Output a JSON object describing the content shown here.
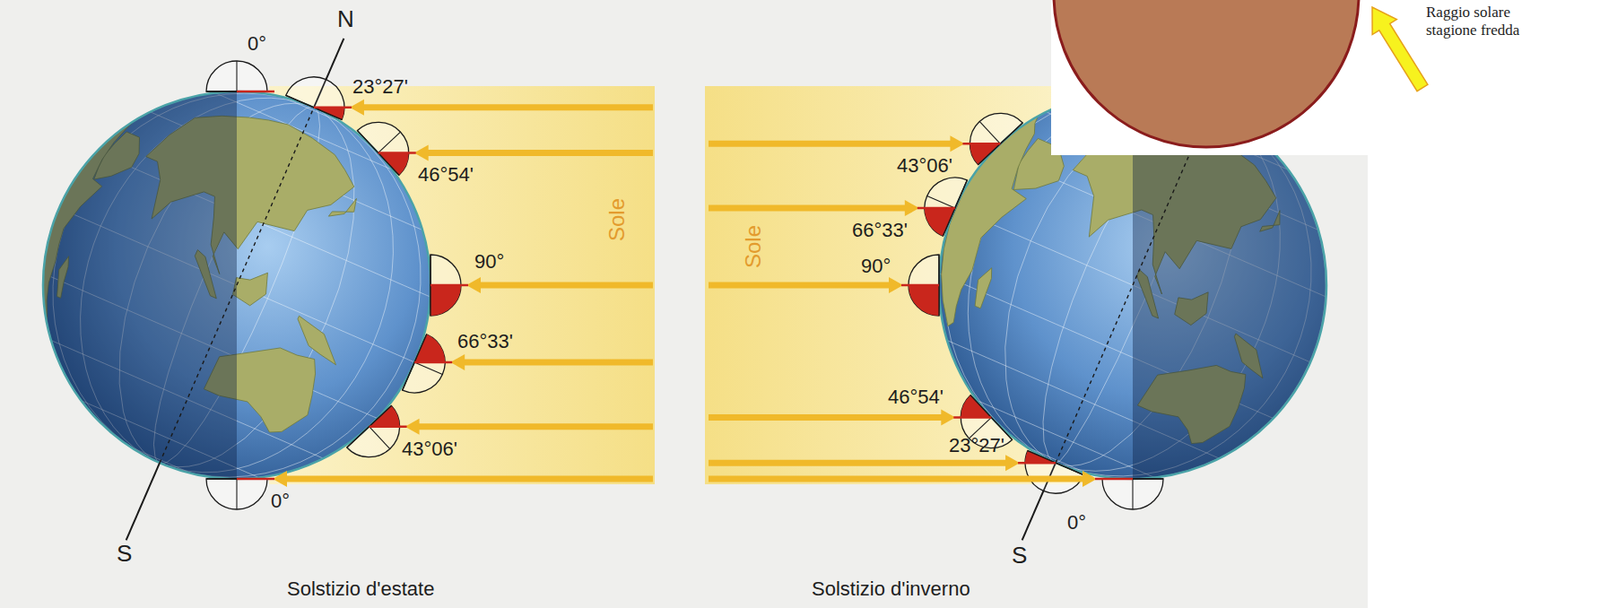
{
  "diagram": {
    "labels": [
      "0°",
      "N",
      "23°27'",
      "46°54'",
      "90°",
      "Sole",
      "66°33'",
      "43°06'",
      "0°",
      "S",
      "Solstizio d'estate",
      "43°06'",
      "66°33'",
      "90°",
      "Sole",
      "46°54'",
      "23°27'",
      "S",
      "0°",
      "Solstizio d'inverno",
      "Raggio solare stagione fredda"
    ]
  }
}
